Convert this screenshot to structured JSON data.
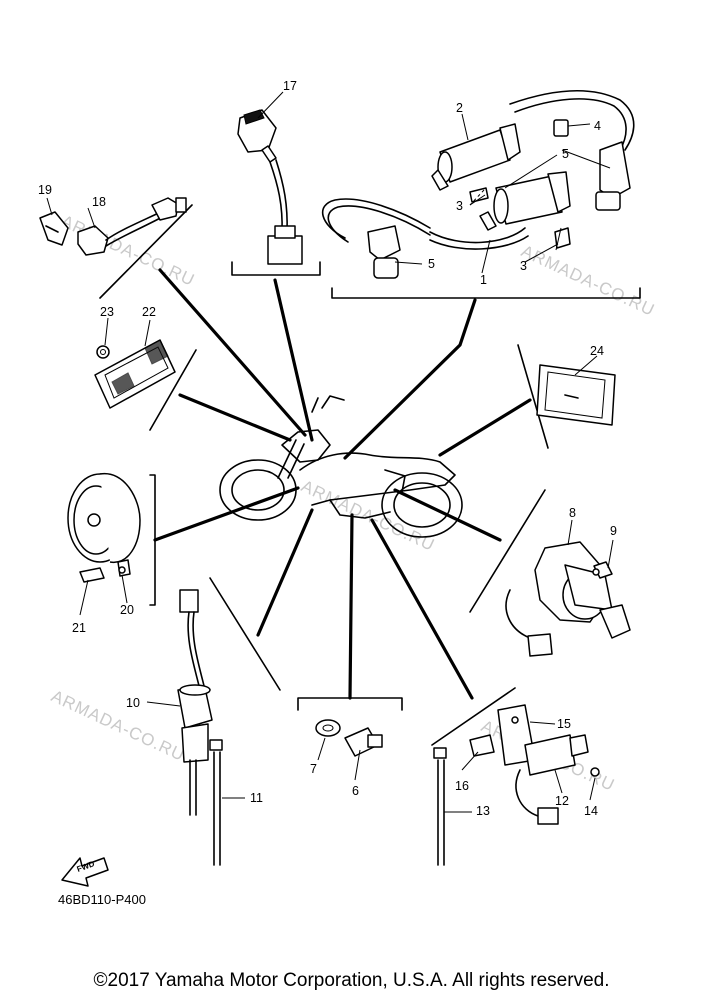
{
  "part_code": "46BD110-P400",
  "copyright": "©2017 Yamaha Motor Corporation, U.S.A. All rights reserved.",
  "watermark": "ARMADA-CO.RU",
  "fwd_label": "FWD",
  "callouts": [
    "1",
    "2",
    "3",
    "4",
    "5",
    "6",
    "7",
    "8",
    "9",
    "10",
    "11",
    "12",
    "13",
    "14",
    "15",
    "16",
    "17",
    "18",
    "19",
    "20",
    "21",
    "22",
    "23",
    "24"
  ],
  "callout_repeats": {
    "3": 2,
    "5": 2
  }
}
